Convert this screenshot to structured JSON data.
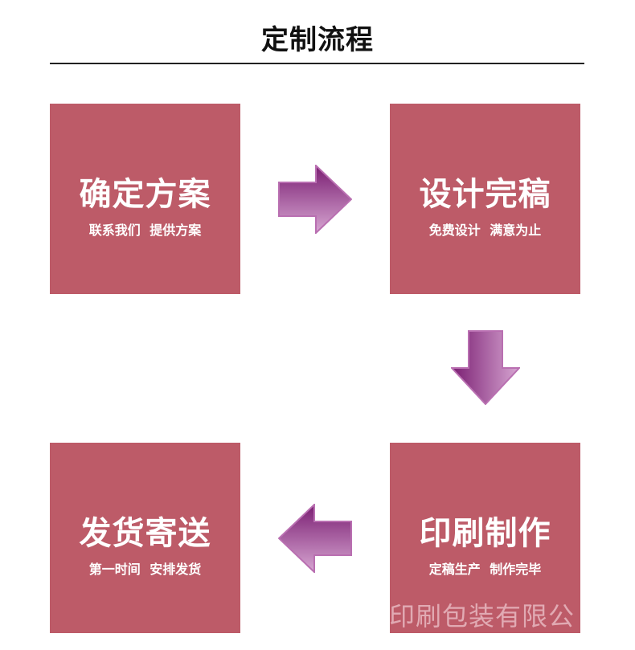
{
  "title": "定制流程",
  "steps": [
    {
      "title": "确定方案",
      "subtitle": "联系我们  提供方案"
    },
    {
      "title": "设计完稿",
      "subtitle": "免费设计  满意为止"
    },
    {
      "title": "印刷制作",
      "subtitle": "定稿生产  制作完毕"
    },
    {
      "title": "发货寄送",
      "subtitle": "第一时间  安排发货"
    }
  ],
  "watermark": "印刷包装有限公",
  "colors": {
    "box": "#bd5b68",
    "arrow": "#9a3d8f"
  }
}
